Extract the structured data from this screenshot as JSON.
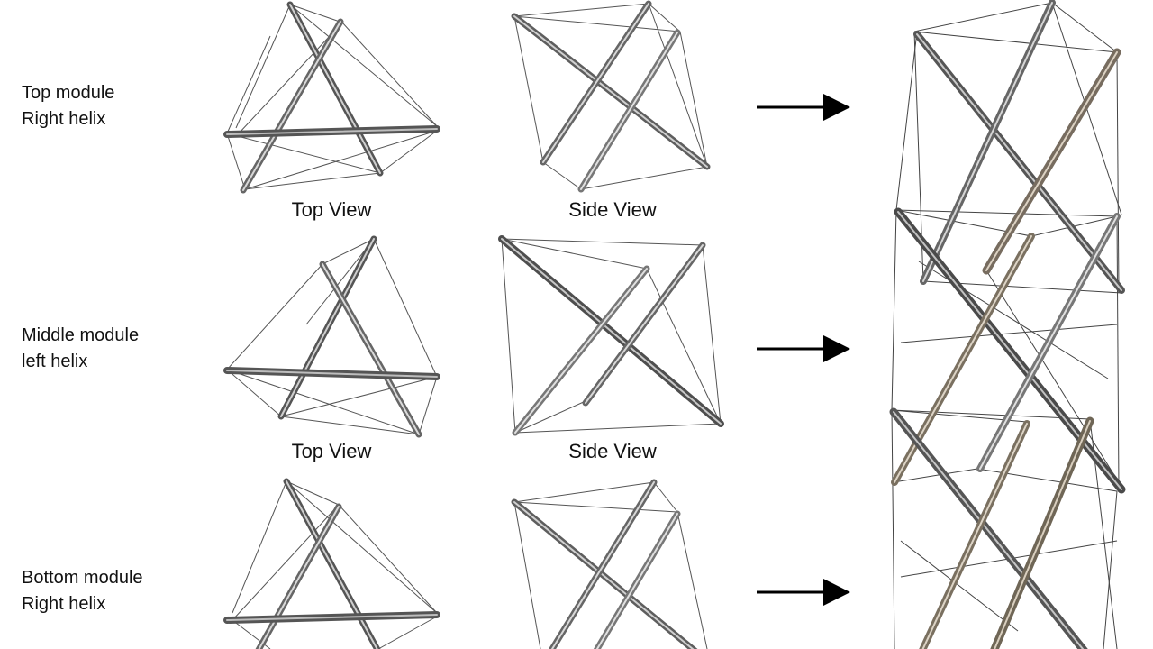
{
  "modules": [
    {
      "name_line1": "Top module",
      "name_line2": "Right helix",
      "top_caption": "Top View",
      "side_caption": "Side View"
    },
    {
      "name_line1": "Middle module",
      "name_line2": "left helix",
      "top_caption": "Top View",
      "side_caption": "Side View"
    },
    {
      "name_line1": "Bottom module",
      "name_line2": "Right helix"
    }
  ],
  "colors": {
    "rod": "#6f6f6f",
    "rod_highlight": "#d8d8d8",
    "cable": "#555555",
    "arrow": "#000000"
  }
}
